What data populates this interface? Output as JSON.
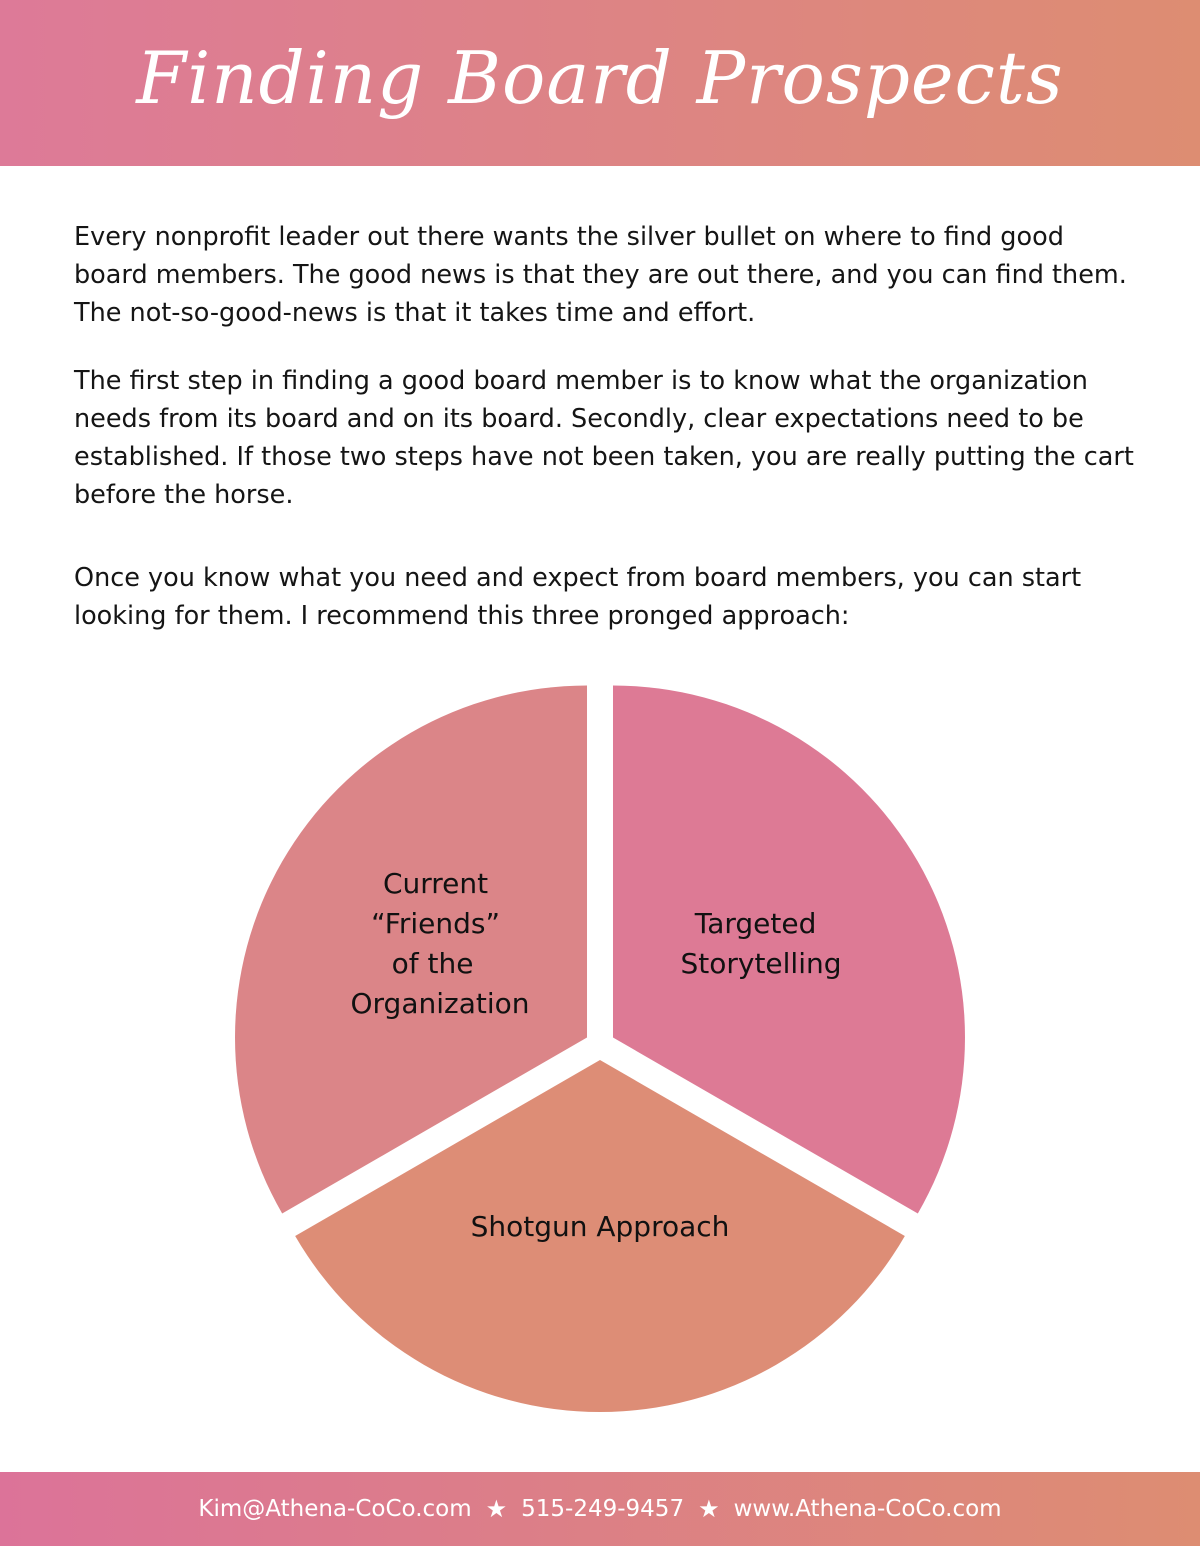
{
  "header": {
    "title": "Finding Board Prospects"
  },
  "paragraphs": [
    "Every nonprofit leader out there wants the silver bullet on where to find good board members. The good news is that they are out there, and you can find them. The not-so-good-news is that it takes time and effort.",
    "The first step in finding a good board member is to know what the organization needs from its board and on its board. Secondly, clear expectations need to be established. If those two steps have not been taken, you are really putting the cart before the horse.",
    "Once you know what you need and expect from board members, you can start looking for them. I recommend this three pronged approach:"
  ],
  "diagram": {
    "segments": [
      {
        "lines": [
          "Current",
          "“Friends”",
          "of the",
          "Organization"
        ],
        "color": "#db8588",
        "share": 1
      },
      {
        "lines": [
          "Targeted",
          "Storytelling"
        ],
        "color": "#dd7a95",
        "share": 1
      },
      {
        "lines": [
          "Shotgun Approach"
        ],
        "color": "#dd8d76",
        "share": 1
      }
    ]
  },
  "footer": {
    "email": "Kim@Athena-CoCo.com",
    "phone": "515-249-9457",
    "website": "www.Athena-CoCo.com",
    "separator_icon": "star-icon"
  }
}
